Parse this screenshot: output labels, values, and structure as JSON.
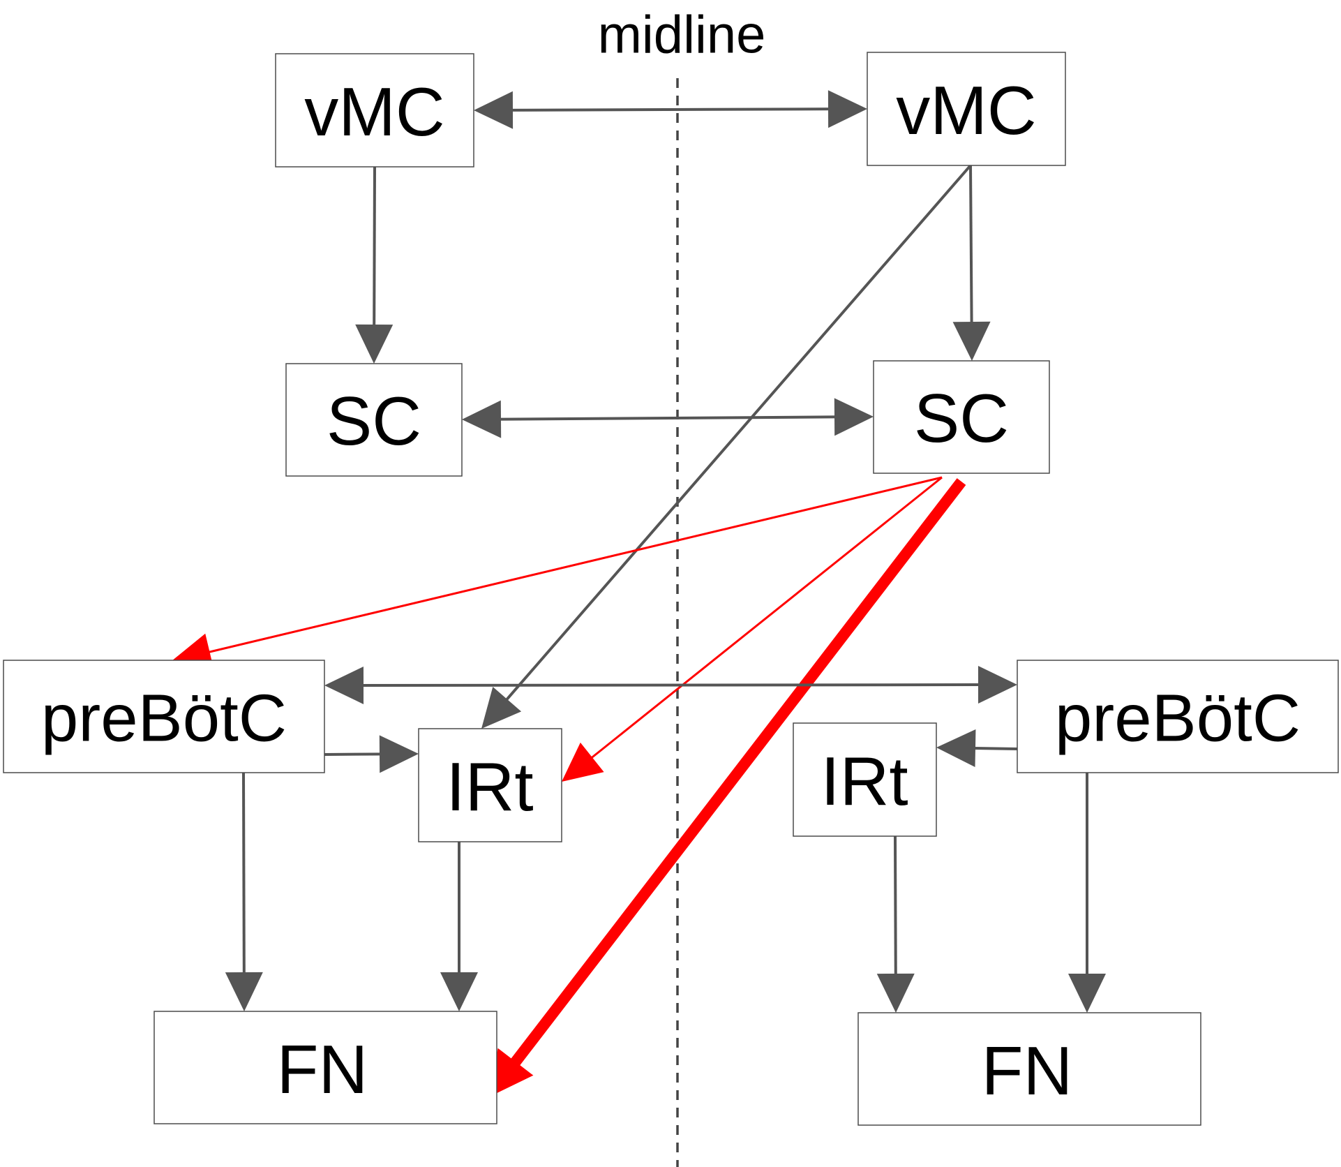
{
  "diagram": {
    "midline_label": "midline",
    "colors": {
      "gray": "#555555",
      "red": "#ff0000",
      "midline": "#444444",
      "box_border": "#4a4a4a"
    },
    "nodes": [
      {
        "id": "vmc_l",
        "label": "vMC"
      },
      {
        "id": "vmc_r",
        "label": "vMC"
      },
      {
        "id": "sc_l",
        "label": "SC"
      },
      {
        "id": "sc_r",
        "label": "SC"
      },
      {
        "id": "pre_l",
        "label": "preBötC"
      },
      {
        "id": "irt_l",
        "label": "IRt"
      },
      {
        "id": "irt_r",
        "label": "IRt"
      },
      {
        "id": "pre_r",
        "label": "preBötC"
      },
      {
        "id": "fn_l",
        "label": "FN"
      },
      {
        "id": "fn_r",
        "label": "FN"
      }
    ],
    "edges": [
      {
        "from": "vmc_l",
        "to": "vmc_r",
        "color": "gray",
        "direction": "both",
        "weight": "normal"
      },
      {
        "from": "vmc_l",
        "to": "sc_l",
        "color": "gray",
        "direction": "forward",
        "weight": "normal"
      },
      {
        "from": "vmc_r",
        "to": "sc_r",
        "color": "gray",
        "direction": "forward",
        "weight": "normal"
      },
      {
        "from": "vmc_r",
        "to": "irt_l",
        "color": "gray",
        "direction": "forward",
        "weight": "normal"
      },
      {
        "from": "sc_l",
        "to": "sc_r",
        "color": "gray",
        "direction": "both",
        "weight": "normal"
      },
      {
        "from": "sc_r",
        "to": "pre_l",
        "color": "red",
        "direction": "forward",
        "weight": "normal"
      },
      {
        "from": "sc_r",
        "to": "irt_l",
        "color": "red",
        "direction": "forward",
        "weight": "normal"
      },
      {
        "from": "sc_r",
        "to": "fn_l",
        "color": "red",
        "direction": "forward",
        "weight": "thick"
      },
      {
        "from": "pre_l",
        "to": "pre_r",
        "color": "gray",
        "direction": "both",
        "weight": "normal"
      },
      {
        "from": "pre_l",
        "to": "irt_l",
        "color": "gray",
        "direction": "forward",
        "weight": "normal"
      },
      {
        "from": "pre_r",
        "to": "irt_r",
        "color": "gray",
        "direction": "forward",
        "weight": "normal"
      },
      {
        "from": "pre_l",
        "to": "fn_l",
        "color": "gray",
        "direction": "forward",
        "weight": "normal"
      },
      {
        "from": "irt_l",
        "to": "fn_l",
        "color": "gray",
        "direction": "forward",
        "weight": "normal"
      },
      {
        "from": "irt_r",
        "to": "fn_r",
        "color": "gray",
        "direction": "forward",
        "weight": "normal"
      },
      {
        "from": "pre_r",
        "to": "fn_r",
        "color": "gray",
        "direction": "forward",
        "weight": "normal"
      }
    ]
  }
}
